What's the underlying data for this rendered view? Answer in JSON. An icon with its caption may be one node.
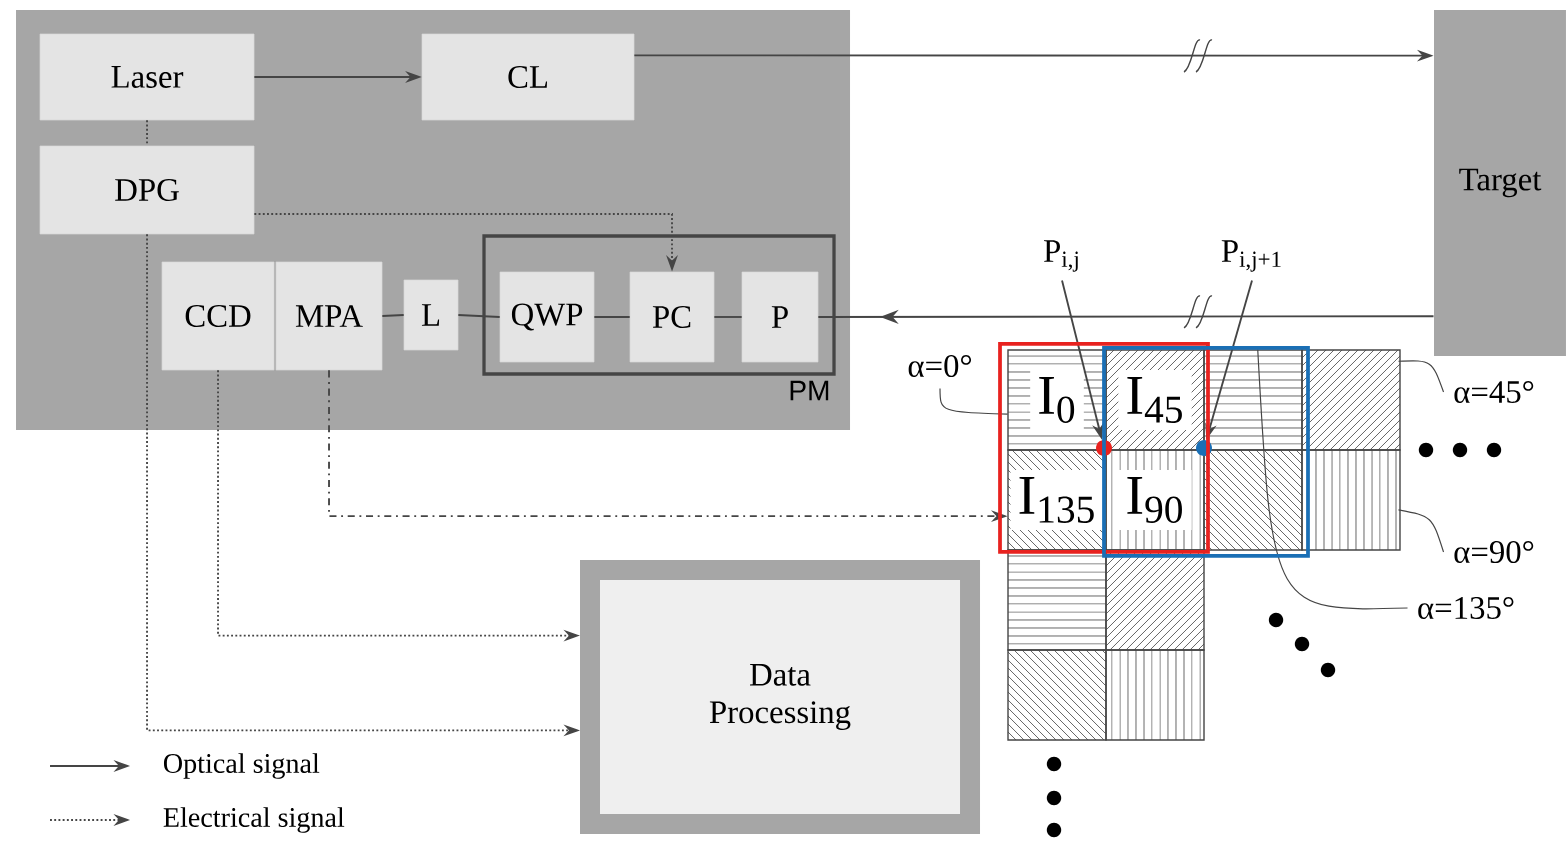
{
  "diagram": {
    "nodes": [
      {
        "text": [],
        "shape": "box"
      },
      {
        "text": [
          "Laser"
        ],
        "in": 0
      },
      {
        "text": [
          "CL"
        ],
        "in": 0
      },
      {
        "text": [
          "DPG"
        ],
        "in": 0
      },
      {
        "text": [
          "CCD"
        ],
        "in": 0
      },
      {
        "text": [
          "MPA"
        ],
        "in": 0
      },
      {
        "text": [
          "L"
        ],
        "in": 0
      },
      {
        "text": [
          "PM"
        ],
        "in": 0
      },
      {
        "text": [
          "QWP"
        ],
        "in": 7
      },
      {
        "text": [
          "PC"
        ],
        "in": 7
      },
      {
        "text": [
          "P"
        ],
        "in": 7
      },
      {
        "text": [
          "Target"
        ]
      },
      {
        "text": [
          "P$_{i,j}$"
        ]
      },
      {
        "text": [
          "P$_{i,j+1}$"
        ]
      },
      {
        "text": [
          "α=0°"
        ]
      },
      {
        "text": [],
        "shape": "picture"
      },
      {
        "text": [
          "I$_{0}$"
        ],
        "in": 15
      },
      {
        "text": [
          "I$_{45}$"
        ],
        "in": 15
      },
      {
        "text": [
          "I$_{135}$"
        ],
        "in": 15
      },
      {
        "text": [
          "I$_{90}$"
        ],
        "in": 15
      },
      {
        "text": [],
        "shape": "circle",
        "in": 15
      },
      {
        "text": [],
        "shape": "circle",
        "in": 15
      },
      {
        "text": [
          "α=45°"
        ]
      },
      {
        "text": [
          "α=90°"
        ]
      },
      {
        "text": [
          "α=135°"
        ]
      },
      {
        "text": [
          "Data Processing"
        ]
      }
    ],
    "edges": [
      {
        "from": 1,
        "to": 2,
        "arrow": "to"
      },
      {
        "from": 2,
        "to": 11,
        "arrow": "to"
      },
      {
        "from": 1,
        "to": 3,
        "arrow": "none",
        "style": "dashed"
      },
      {
        "from": 3,
        "to": 9,
        "arrow": "to",
        "style": "dashed"
      },
      {
        "from": 3,
        "to": 25,
        "arrow": "to",
        "style": "dashed"
      },
      {
        "from": 4,
        "to": 25,
        "arrow": "to",
        "style": "dashed"
      },
      {
        "from": 5,
        "to": 18,
        "arrow": "to",
        "style": "dashed"
      },
      {
        "from": 5,
        "to": 6,
        "arrow": "none"
      },
      {
        "from": 6,
        "to": 8,
        "arrow": "none"
      },
      {
        "from": 8,
        "to": 9,
        "arrow": "none"
      },
      {
        "from": 9,
        "to": 10,
        "arrow": "none"
      },
      {
        "from": 11,
        "to": 10,
        "arrow": "to"
      },
      {
        "from": 12,
        "to": 20,
        "arrow": "to"
      },
      {
        "from": 13,
        "to": 21,
        "arrow": "to"
      },
      {
        "from": 14,
        "to": 16,
        "arrow": "none"
      },
      {
        "from": 22,
        "to": 15,
        "arrow": "none"
      },
      {
        "from": 23,
        "to": 15,
        "arrow": "none"
      },
      {
        "from": 24,
        "to": 15,
        "arrow": "none"
      }
    ],
    "legend": [
      {
        "text": "Optical signal"
      },
      {
        "text": "Electrical signal"
      }
    ]
  }
}
